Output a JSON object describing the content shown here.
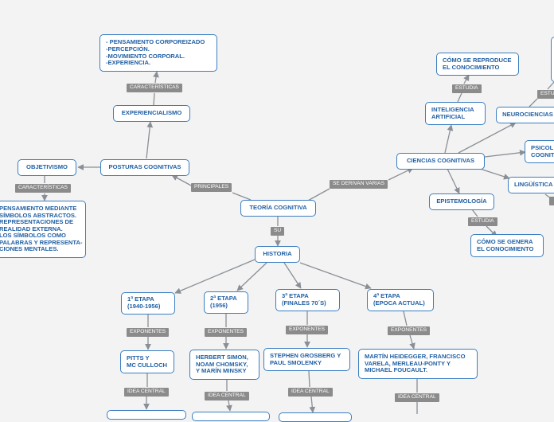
{
  "nodes": {
    "teoria": "TEORÍA COGNITIVA",
    "posturas": "POSTURAS COGNITIVAS",
    "objetivismo": "OBJETIVISMO",
    "objetivismo_desc": "PENSAMIENTO MEDIANTE\nSÍMBOLOS ABSTRACTOS.\nREPRESENTACIONES DE\nREALIDAD EXTERNA.\nLOS SÍMBOLOS COMO\nPALABRAS Y REPRESENTA-\nCIONES MENTALES.",
    "experiencialismo": "EXPERIENCIALISMO",
    "experiencialismo_desc": "- PENSAMIENTO CORPOREIZADO\n-PERCEPCIÓN.\n-MOVIMIENTO CORPORAL.\n-EXPERIENCIA.",
    "ciencias": "CIENCIAS COGNITIVAS",
    "inteligencia": "INTELIGENCIA\nARTIFICIAL",
    "reproduce": "CÓMO SE REPRODUCE\nEL CONOCIMIENTO",
    "neurociencias": "NEUROCIENCIAS",
    "psicologia": "PSICOL\nCOGNITI",
    "linguistica": "LINGÜÍSTICA",
    "epistemologia": "EPISTEMOLOGÍA",
    "genera": "CÓMO SE GENERA\nEL CONOCIMIENTO",
    "historia": "HISTORIA",
    "etapa1": "1ª ETAPA\n(1940-1956)",
    "etapa2": "2ª ETAPA\n(1956)",
    "etapa3": "3ª ETAPA\n(FINALES 70´S)",
    "etapa4": "4ª ETAPA\n(EPOCA ACTUAL)",
    "pitts": "PITTS Y\nMC CULLOCH",
    "simon": "HERBERT SIMON,\nNOAM CHOMSKY,\nY MARÍN MINSKY",
    "grosberg": "STEPHEN GROSBERG Y\nPAUL SMOLENKY",
    "heidegger": "MARTÍN HEIDEGGER, FRANCISCO\nVARELA, MERLEAU-PONTY Y\nMICHAEL FOUCAULT."
  },
  "labels": {
    "principales": "PRINCIPALES",
    "se_derivan": "SE DERIVAN VARIAS",
    "su": "SU",
    "caracteristicas_obj": "CARACTERÍSTICAS",
    "caracteristicas_exp": "CARACTERÍSTICAS",
    "estudia_ia": "ESTUDIA",
    "estudia_neuro": "ESTUDIA",
    "estudia_epis": "ESTUDIA",
    "exponentes_1": "EXPONENTES",
    "exponentes_2": "EXPONENTES",
    "exponentes_3": "EXPONENTES",
    "exponentes_4": "EXPONENTES",
    "idea_central_1": "IDEA CENTRAL",
    "idea_central_2": "IDEA CENTRAL",
    "idea_central_3": "IDEA CENTRAL",
    "idea_central_4": "IDEA CENTRAL"
  },
  "colors": {
    "node_border": "#3b7ec1",
    "node_text": "#1f5fa4",
    "label_bg": "#8b8b8b",
    "edge": "#8a8f96"
  }
}
